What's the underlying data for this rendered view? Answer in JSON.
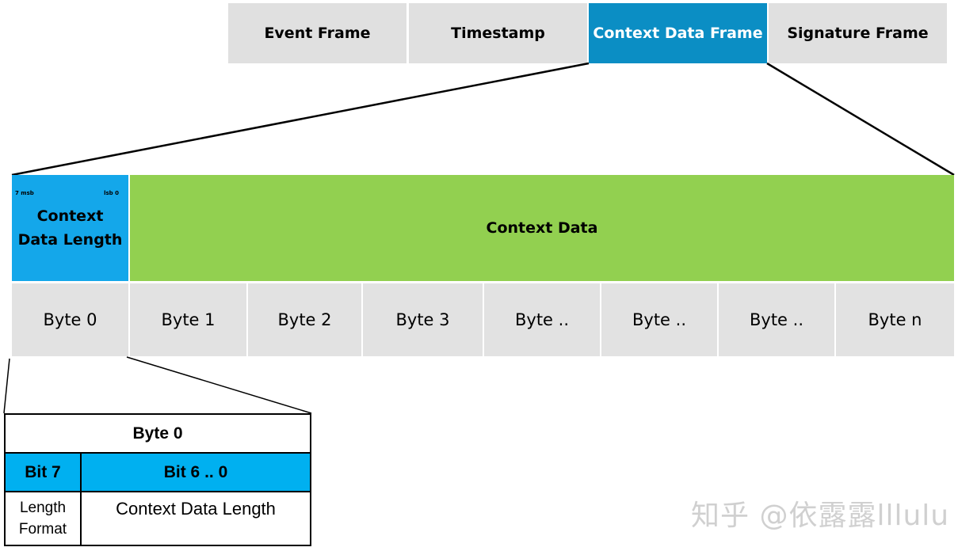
{
  "frames": [
    {
      "label": "Event Frame",
      "active": false
    },
    {
      "label": "Timestamp",
      "active": false
    },
    {
      "label": "Context Data Frame",
      "active": true
    },
    {
      "label": "Signature Frame",
      "active": false
    }
  ],
  "context_length_box": {
    "msb_label": "7 msb",
    "lsb_label": "lsb 0",
    "title": "Context Data Length"
  },
  "context_data": {
    "label": "Context Data"
  },
  "bytes": [
    "Byte 0",
    "Byte 1",
    "Byte 2",
    "Byte 3",
    "Byte ..",
    "Byte ..",
    "Byte ..",
    "Byte n"
  ],
  "byte0_table": {
    "title": "Byte 0",
    "col1_header": "Bit 7",
    "col2_header": "Bit 6 .. 0",
    "col1_value": "Length Format",
    "col2_value": "Context Data Length"
  },
  "watermark": "知乎 @依露露lllulu",
  "colors": {
    "frame_gray": "#e0e0e0",
    "frame_active": "#0b8ec4",
    "length_blue": "#14a7ea",
    "data_green": "#92d050",
    "byte_gray": "#e2e2e2",
    "table_blue": "#00b0f0"
  }
}
